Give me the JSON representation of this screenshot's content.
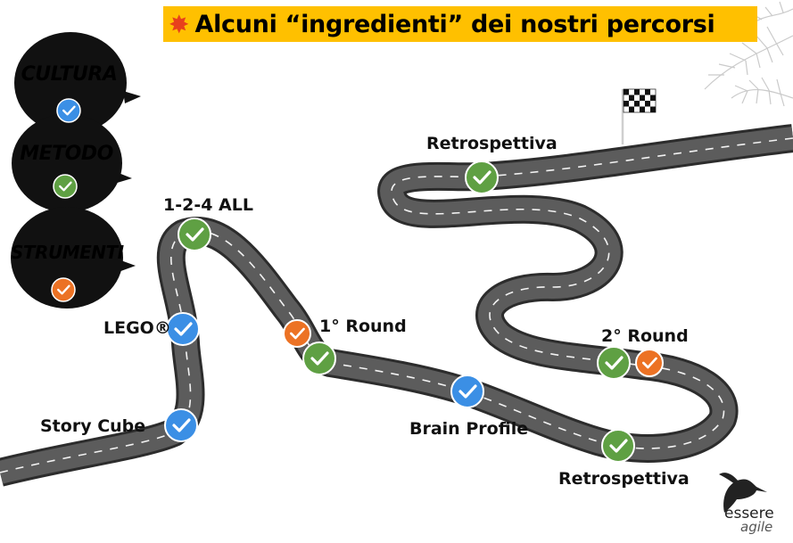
{
  "title": {
    "icon": "collision-icon",
    "text": "Alcuni “ingredienti” dei nostri percorsi"
  },
  "categories": [
    {
      "label": "CULTURA",
      "color": "#1f6fe0",
      "check_color": "#3b8fe5"
    },
    {
      "label": "METODO",
      "color": "#5ea33a",
      "check_color": "#5fa043"
    },
    {
      "label": "STRUMENTI",
      "color": "#e8681c",
      "check_color": "#ec7224"
    }
  ],
  "stops": [
    {
      "label": "Story Cube",
      "colors": [
        "blue"
      ]
    },
    {
      "label": "LEGO®",
      "colors": [
        "blue"
      ]
    },
    {
      "label": "1-2-4 ALL",
      "colors": [
        "green"
      ]
    },
    {
      "label": "1° Round",
      "colors": [
        "orange",
        "green"
      ]
    },
    {
      "label": "Brain Profile",
      "colors": [
        "blue"
      ]
    },
    {
      "label": "Retrospettiva",
      "colors": [
        "green"
      ]
    },
    {
      "label": "2° Round",
      "colors": [
        "green",
        "orange"
      ]
    },
    {
      "label": "Retrospettiva",
      "colors": [
        "green"
      ]
    }
  ],
  "finish": {
    "icon": "checkered-flag-icon"
  },
  "logo": {
    "line1": "essere",
    "line2": "agile",
    "icon": "hummingbird-icon"
  },
  "decoration": {
    "icon": "palm-leaves-icon"
  }
}
